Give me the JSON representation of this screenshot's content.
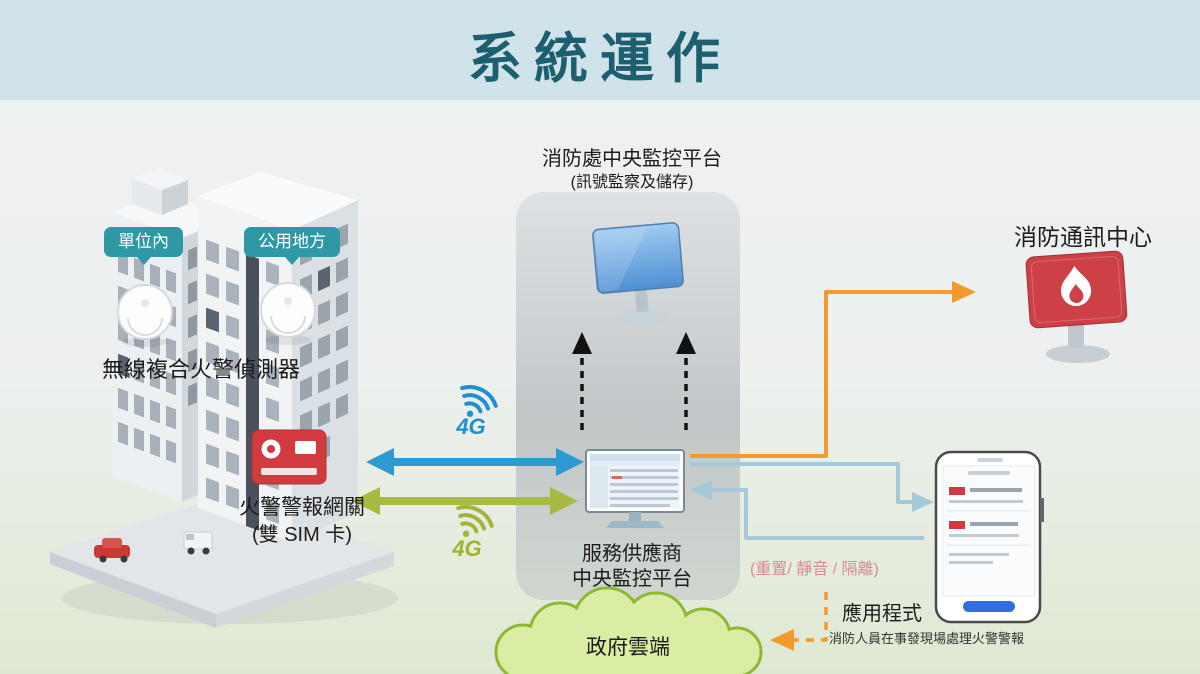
{
  "title": "系統運作",
  "building": {
    "badge_unit": "單位內",
    "badge_public": "公用地方",
    "detector_label": "無線複合火警偵測器",
    "gateway_label_line1": "火警警報網關",
    "gateway_label_line2": "(雙 SIM 卡)"
  },
  "center": {
    "fsd_title": "消防處中央監控平台",
    "fsd_subtitle": "(訊號監察及儲存)",
    "sp_line1": "服務供應商",
    "sp_line2": "中央監控平台"
  },
  "network": {
    "fourg_blue_label": "4G",
    "fourg_green_label": "4G"
  },
  "right": {
    "comms_label": "消防通訊中心",
    "actions_label": "(重置/ 靜音 / 隔離)",
    "app_label": "應用程式",
    "app_caption": "消防人員在事發現場處理火警警報"
  },
  "cloud": {
    "label": "政府雲端"
  },
  "colors": {
    "title_teal": "#1d5f6e",
    "badge_teal": "#2e98a6",
    "arrow_blue": "#2d9ad2",
    "arrow_green": "#a9ba42",
    "arrow_orange": "#f49a2c",
    "arrow_lightblue": "#a6c9da",
    "alert_red": "#cc4046",
    "cloud_fill": "#d9eda4",
    "cloud_border": "#8cb832",
    "actions_pink": "#d78b97"
  }
}
